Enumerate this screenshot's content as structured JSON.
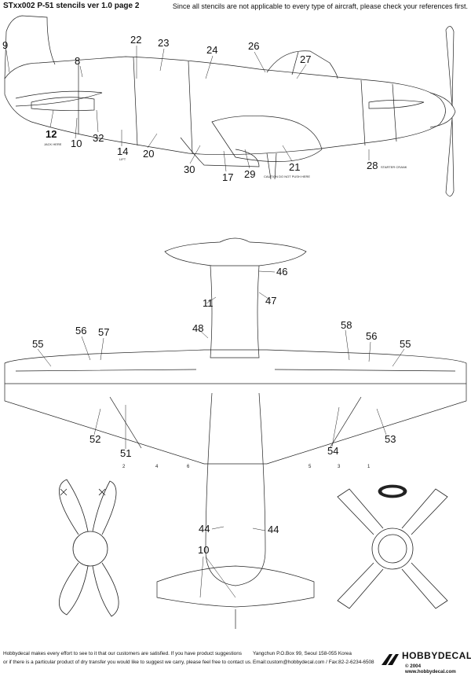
{
  "header": {
    "title": "STxx002 P-51 stencils ver 1.0 page 2",
    "note": "Since all stencils are not applicable to every type of aircraft, please check your references first."
  },
  "callouts": {
    "c9": "9",
    "c8": "8",
    "c22": "22",
    "c23": "23",
    "c24": "24",
    "c26": "26",
    "c27": "27",
    "c12": "12",
    "c10a": "10",
    "c32": "32",
    "c14": "14",
    "c20": "20",
    "c30": "30",
    "c17": "17",
    "c29": "29",
    "c21": "21",
    "c28": "28",
    "c46": "46",
    "c47": "47",
    "c11": "11",
    "c48": "48",
    "c56a": "56",
    "c57": "57",
    "c55a": "55",
    "c58": "58",
    "c56b": "56",
    "c55b": "55",
    "c52": "52",
    "c51": "51",
    "c54": "54",
    "c53": "53",
    "c44a": "44",
    "c44b": "44",
    "c10b": "10",
    "w2": "2",
    "w4": "4",
    "w6": "6",
    "w5": "5",
    "w3": "3",
    "w1": "1"
  },
  "stencil_labels": {
    "jack_here": "JACK HERE",
    "caution_push": "CAUTION DO NOT PUSH HERE",
    "starter_crank": "STARTER CRANK",
    "lift": "LIFT"
  },
  "footer": {
    "line1": "Hobbydecal makes every effort to see to it that our customers are satisfied. If you have product suggestions",
    "line2": "or if there is a particular product of dry transfer you would like to suggest we carry, please feel free to contact us.",
    "address": "Yangchun P.O.Box 99, Seoul 158-055 Korea",
    "contact": "Email:custom@hobbydecal.com / Fax:82-2-6234-6508",
    "brand": "HOBBYDECAL",
    "copyright": "© 2004 www.hobbydecal.com"
  }
}
